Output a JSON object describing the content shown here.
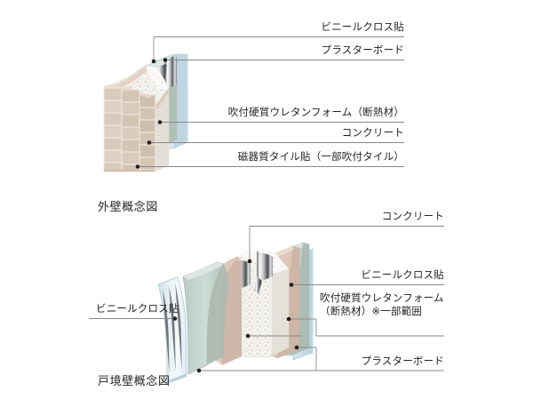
{
  "page": {
    "background": "#ffffff",
    "text_color": "#231f20",
    "leader_color": "#8a8a8a",
    "dot_color": "#231f20"
  },
  "palette": {
    "tile_face": "#d9cabb",
    "tile_top": "#e7dbcf",
    "tile_side": "#c6b3a2",
    "tile_grout": "#efe8e1",
    "concrete": "#f4f2ee",
    "concrete_top": "#fbfaf8",
    "concrete_side": "#e2ded6",
    "concrete_speckle": "#a9a49b",
    "urethane": "#ddc8b9",
    "urethane_top": "#ecdcd0",
    "urethane_side": "#c9b2a1",
    "plasterboard": "#c6d4cd",
    "plasterboard_top": "#dbe5e0",
    "plasterboard_side": "#aabbb3",
    "vinylcloth": "#d5e4ec",
    "vinylcloth_light": "#eef5f9",
    "vinylcloth_edge": "#a9c6d8",
    "stud_metal_light": "#f2f3f4",
    "stud_metal_dark": "#3c3c3c",
    "stud_metal_mid": "#9a9da0"
  },
  "figures": [
    {
      "id": "exterior",
      "caption": "外壁概念図",
      "labels": [
        {
          "key": "vinyl_cloth",
          "text": "ビニールクロス貼"
        },
        {
          "key": "plasterboard",
          "text": "プラスターボード"
        },
        {
          "key": "urethane_foam",
          "text": "吹付硬質ウレタンフォーム（断熱材）"
        },
        {
          "key": "concrete",
          "text": "コンクリート"
        },
        {
          "key": "tile",
          "text": "磁器質タイル貼（一部吹付タイル）"
        }
      ]
    },
    {
      "id": "party",
      "caption": "戸境壁概念図",
      "labels": [
        {
          "key": "concrete",
          "text": "コンクリート"
        },
        {
          "key": "vinyl_cloth_right",
          "text": "ビニールクロス貼"
        },
        {
          "key": "urethane_foam_line1",
          "text": "吹付硬質ウレタンフォーム"
        },
        {
          "key": "urethane_foam_line2",
          "text": "（断熱材）※一部範囲"
        },
        {
          "key": "plasterboard",
          "text": "プラスターボード"
        },
        {
          "key": "vinyl_cloth_left",
          "text": "ビニールクロス貼"
        }
      ]
    }
  ]
}
